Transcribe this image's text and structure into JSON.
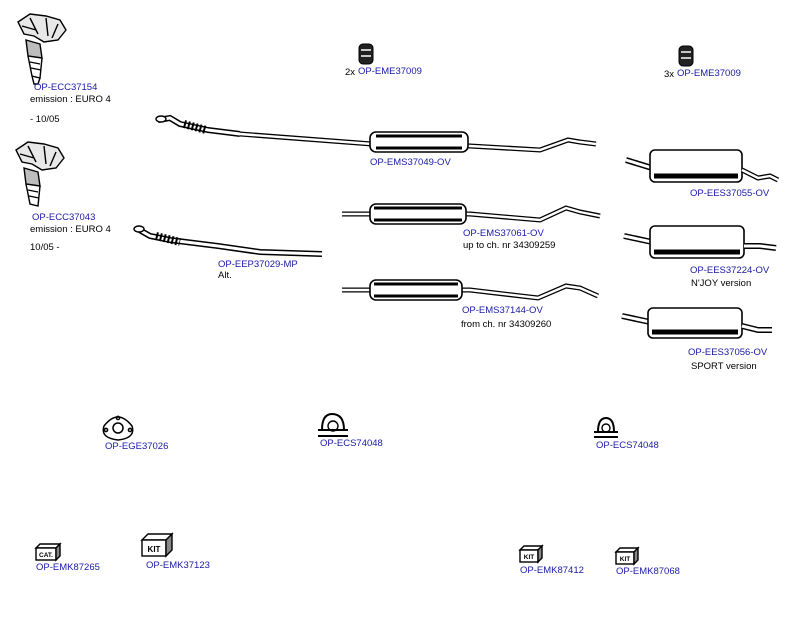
{
  "parts": {
    "ecc37154": "OP-ECC37154",
    "ecc37043": "OP-ECC37043",
    "eme_left": "OP-EME37009",
    "eme_right": "OP-EME37009",
    "ems37049": "OP-EMS37049-OV",
    "ees37055": "OP-EES37055-OV",
    "ems37061": "OP-EMS37061-OV",
    "eep37029": "OP-EEP37029-MP",
    "ees37224": "OP-EES37224-OV",
    "ems37144": "OP-EMS37144-OV",
    "ees37056": "OP-EES37056-OV",
    "ege37026": "OP-EGE37026",
    "ecs_left": "OP-ECS74048",
    "ecs_right": "OP-ECS74048",
    "emk87265": "OP-EMK87265",
    "emk37123": "OP-EMK37123",
    "emk87412": "OP-EMK87412",
    "emk87068": "OP-EMK87068"
  },
  "notes": {
    "emission_1": "emission : EURO 4",
    "date_1": "- 10/05",
    "emission_2": "emission : EURO 4",
    "date_2": "10/05 -",
    "qty_left": "2x",
    "qty_right": "3x",
    "alt": "Alt.",
    "up_to": "up to ch. nr 34309259",
    "from": "from ch. nr 34309260",
    "njoy": "N'JOY version",
    "sport": "SPORT version",
    "kit_cat": "CAT.",
    "kit": "KIT"
  },
  "colors": {
    "part_link": "#1a1aa6",
    "drawing": "#000000"
  }
}
